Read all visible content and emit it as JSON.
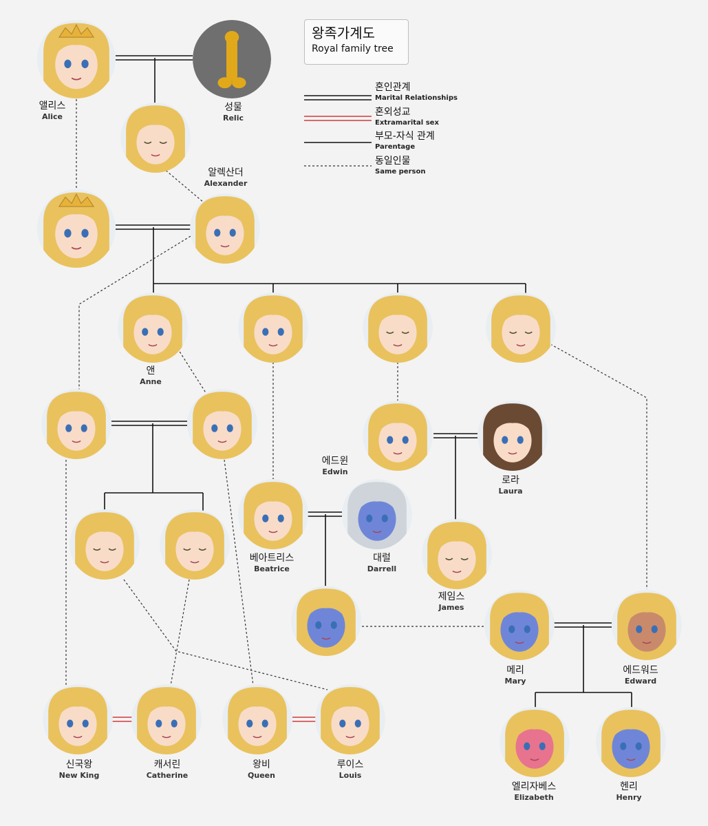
{
  "title": {
    "korean": "왕족가계도",
    "english": "Royal family tree"
  },
  "legend": [
    {
      "korean": "혼인관계",
      "english": "Marital Relationships",
      "style": "double-black",
      "color": "#111111"
    },
    {
      "korean": "혼외성교",
      "english": "Extramarital sex",
      "style": "double-red",
      "color": "#d23a3a"
    },
    {
      "korean": "부모-자식 관계",
      "english": "Parentage",
      "style": "single-black",
      "color": "#111111"
    },
    {
      "korean": "동일인물",
      "english": "Same person",
      "style": "dotted",
      "color": "#333333"
    }
  ],
  "colors": {
    "background": "#f3f3f3",
    "hair_blonde": "#e9c25e",
    "skin": "#f8dcc8",
    "skin_blue": "#6f86d8",
    "skin_pink": "#e8738f",
    "skin_tan": "#c98a6c",
    "hair_brown": "#6b4a33",
    "hair_silver": "#cfd4da",
    "relic_gold": "#e1a91a",
    "relic_bg": "#6f6f6f"
  },
  "people": [
    {
      "id": "alice",
      "korean": "앨리스",
      "english": "Alice"
    },
    {
      "id": "relic",
      "korean": "성물",
      "english": "Relic"
    },
    {
      "id": "alexander",
      "korean": "알렉산더",
      "english": "Alexander"
    },
    {
      "id": "anne",
      "korean": "앤",
      "english": "Anne"
    },
    {
      "id": "edwin",
      "korean": "에드윈",
      "english": "Edwin"
    },
    {
      "id": "laura",
      "korean": "로라",
      "english": "Laura"
    },
    {
      "id": "beatrice",
      "korean": "베아트리스",
      "english": "Beatrice"
    },
    {
      "id": "darrell",
      "korean": "대럴",
      "english": "Darrell"
    },
    {
      "id": "james",
      "korean": "제임스",
      "english": "James"
    },
    {
      "id": "mary",
      "korean": "메리",
      "english": "Mary"
    },
    {
      "id": "edward",
      "korean": "에드워드",
      "english": "Edward"
    },
    {
      "id": "new_king",
      "korean": "신국왕",
      "english": "New King"
    },
    {
      "id": "catherine",
      "korean": "캐서린",
      "english": "Catherine"
    },
    {
      "id": "queen",
      "korean": "왕비",
      "english": "Queen"
    },
    {
      "id": "louis",
      "korean": "루이스",
      "english": "Louis"
    },
    {
      "id": "elizabeth",
      "korean": "엘리자베스",
      "english": "Elizabeth"
    },
    {
      "id": "henry",
      "korean": "헨리",
      "english": "Henry"
    }
  ]
}
